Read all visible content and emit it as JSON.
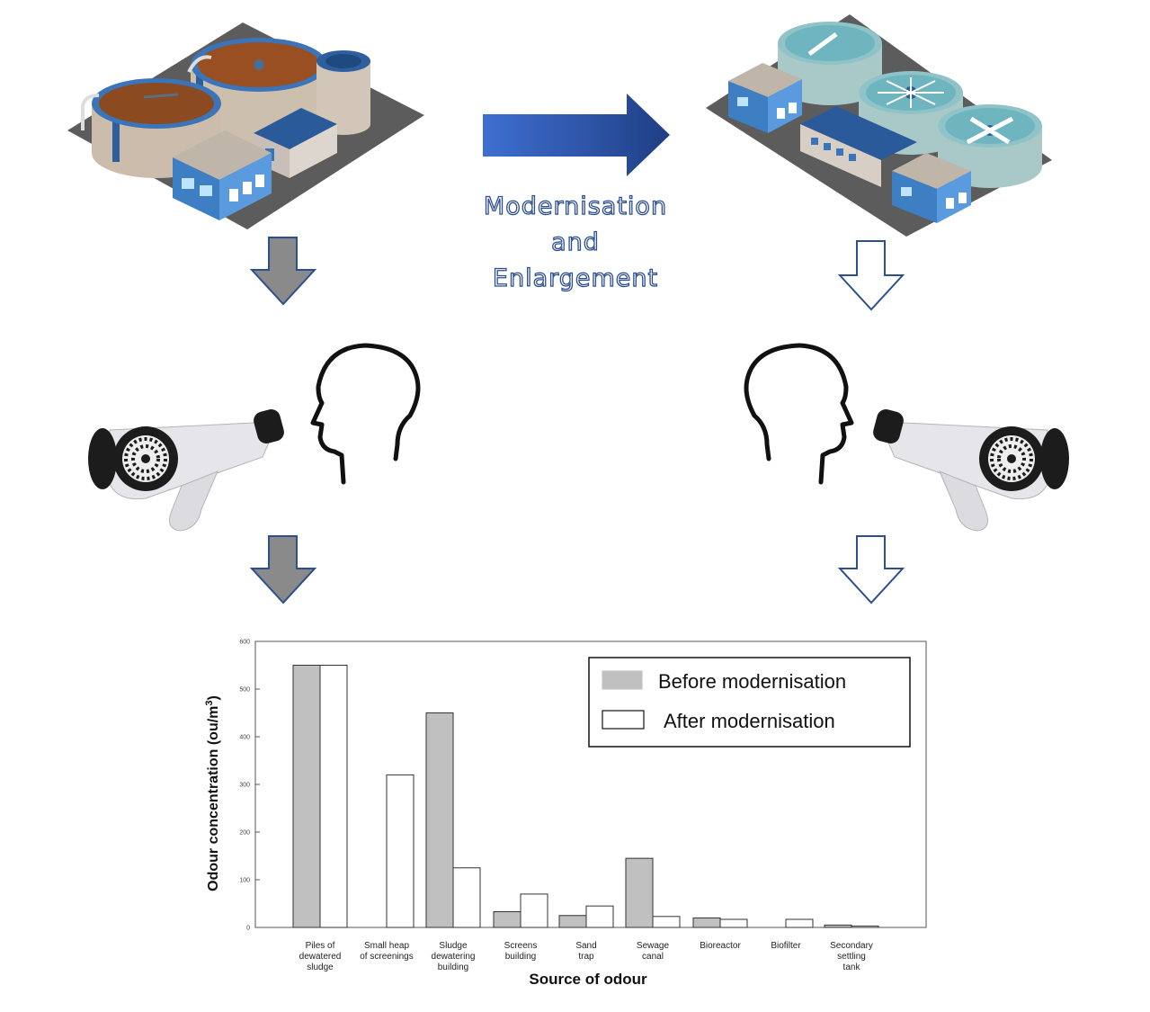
{
  "diagram": {
    "caption": [
      "Modernisation",
      "and",
      "Enlargement"
    ],
    "colors": {
      "arrow_blue_start": "#3f6fd1",
      "arrow_blue_end": "#1f3f85",
      "arrow_grey": "#8a8a8a",
      "arrow_outline": "#2d4f8e"
    },
    "icons": [
      "wastewater-plant-old",
      "wastewater-plant-modern",
      "olfactometer",
      "human-head"
    ]
  },
  "chart_data": {
    "type": "bar",
    "categories": [
      [
        "Piles of",
        "dewatered",
        "sludge"
      ],
      [
        "Small heap",
        "of screenings"
      ],
      [
        "Sludge",
        "dewatering",
        "building"
      ],
      [
        "Screens",
        "building"
      ],
      [
        "Sand",
        "trap"
      ],
      [
        "Sewage",
        "canal"
      ],
      [
        "Bioreactor"
      ],
      [
        "Biofilter"
      ],
      [
        "Secondary",
        "settling",
        "tank"
      ]
    ],
    "series": [
      {
        "name": "Before modernisation",
        "values": [
          550,
          0,
          450,
          33,
          25,
          145,
          20,
          0,
          5
        ],
        "color": "#c0c0c0"
      },
      {
        "name": "After modernisation",
        "values": [
          550,
          320,
          125,
          70,
          45,
          23,
          17,
          17,
          3
        ],
        "color": "#ffffff"
      }
    ],
    "xlabel": "Source of odour",
    "ylabel": "Odour concentration (ou/m",
    "ylabel_sup": "3",
    "ylabel_end": ")",
    "yticks": [
      0,
      100,
      200,
      300,
      400,
      500,
      600
    ],
    "ylim": [
      0,
      600
    ],
    "legend_position": "top-right",
    "grid": false
  }
}
